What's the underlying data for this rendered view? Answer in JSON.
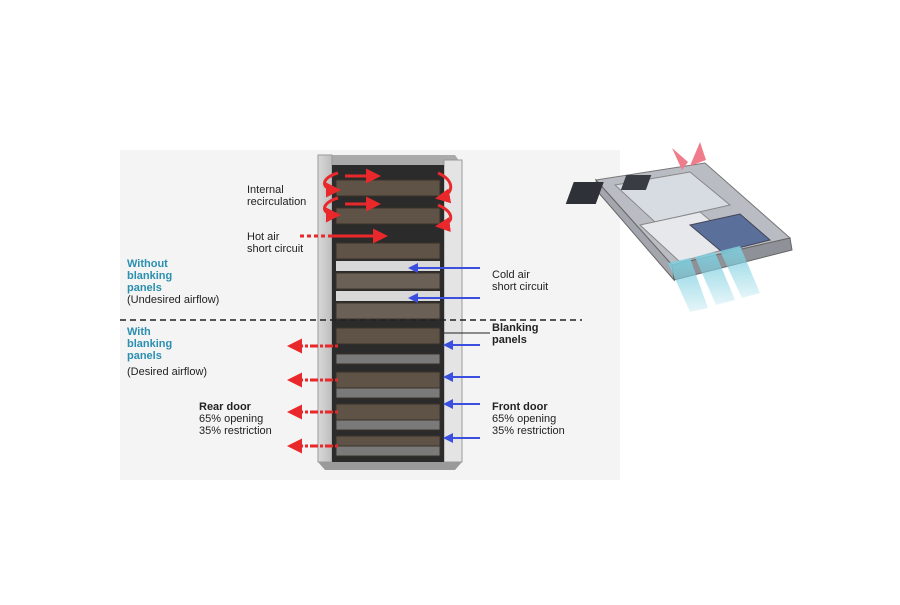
{
  "labels": {
    "internal_recirc_1": "Internal",
    "internal_recirc_2": "recirculation",
    "hot_air_1": "Hot air",
    "hot_air_2": "short circuit",
    "cold_air_1": "Cold air",
    "cold_air_2": "short circuit",
    "without_1": "Without",
    "without_2": "blanking",
    "without_3": "panels",
    "without_4": "(Undesired airflow)",
    "with_1": "With",
    "with_2": "blanking",
    "with_3": "panels",
    "with_4": "(Desired airflow)",
    "blanking_1": "Blanking",
    "blanking_2": "panels",
    "rear_door_title": "Rear door",
    "rear_door_open": "65% opening",
    "rear_door_restrict": "35% restriction",
    "front_door_title": "Front door",
    "front_door_open": "65% opening",
    "front_door_restrict": "35% restriction"
  },
  "colors": {
    "hot": "#e8282a",
    "cold": "#3a4fe0",
    "teal_text": "#2a8fb0",
    "rack_frame": "#c8c8c8",
    "server": "#5e5346"
  },
  "icons": {
    "server_illustration": "server-chassis-icon"
  }
}
